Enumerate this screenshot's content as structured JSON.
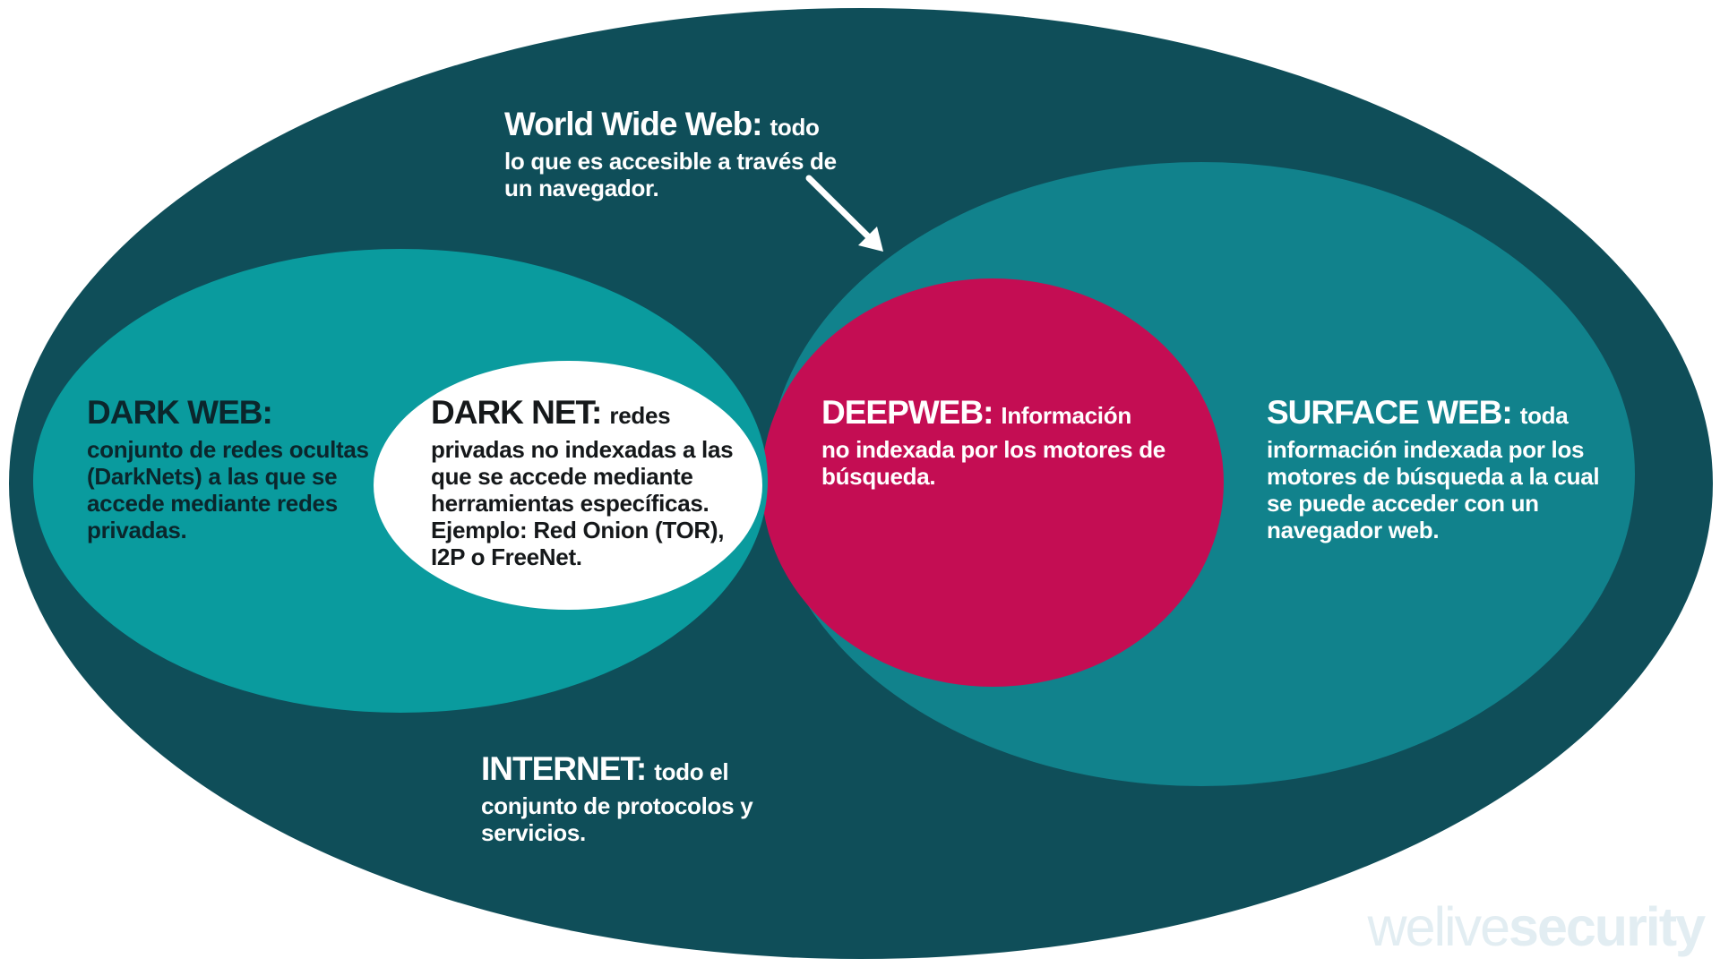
{
  "colors": {
    "internet": "#0f4e59",
    "darkweb": "#0a9b9e",
    "www": "#11828c",
    "deepweb": "#c40d53",
    "darknet": "#ffffff",
    "text_dark": "#0b262c",
    "text_black": "#15181a",
    "text_light": "#ffffff",
    "watermark": "#e2edf2"
  },
  "regions": {
    "www": {
      "label": "World Wide Web:",
      "suffix": "todo",
      "body": "lo que es accesible a través de\nun navegador."
    },
    "darkweb": {
      "label": "DARK WEB:",
      "suffix": "",
      "body": "conjunto de redes ocultas\n(DarkNets) a las que se\naccede mediante redes\nprivadas."
    },
    "darknet": {
      "label": "DARK NET:",
      "suffix": "redes",
      "body": "privadas no indexadas a las\nque se accede mediante\nherramientas específicas.\nEjemplo: Red Onion (TOR),\nI2P o FreeNet."
    },
    "deepweb": {
      "label": "DEEPWEB:",
      "suffix": "Información",
      "body": "no indexada por los motores de\nbúsqueda."
    },
    "surface": {
      "label": "SURFACE WEB:",
      "suffix": "toda",
      "body": "información indexada por los\nmotores de búsqueda a la cual\nse puede acceder con un\nnavegador web."
    },
    "internet": {
      "label": "INTERNET:",
      "suffix": "todo el",
      "body": "conjunto de protocolos y\nservicios."
    }
  },
  "watermark": {
    "light": "welive",
    "bold": "security"
  }
}
